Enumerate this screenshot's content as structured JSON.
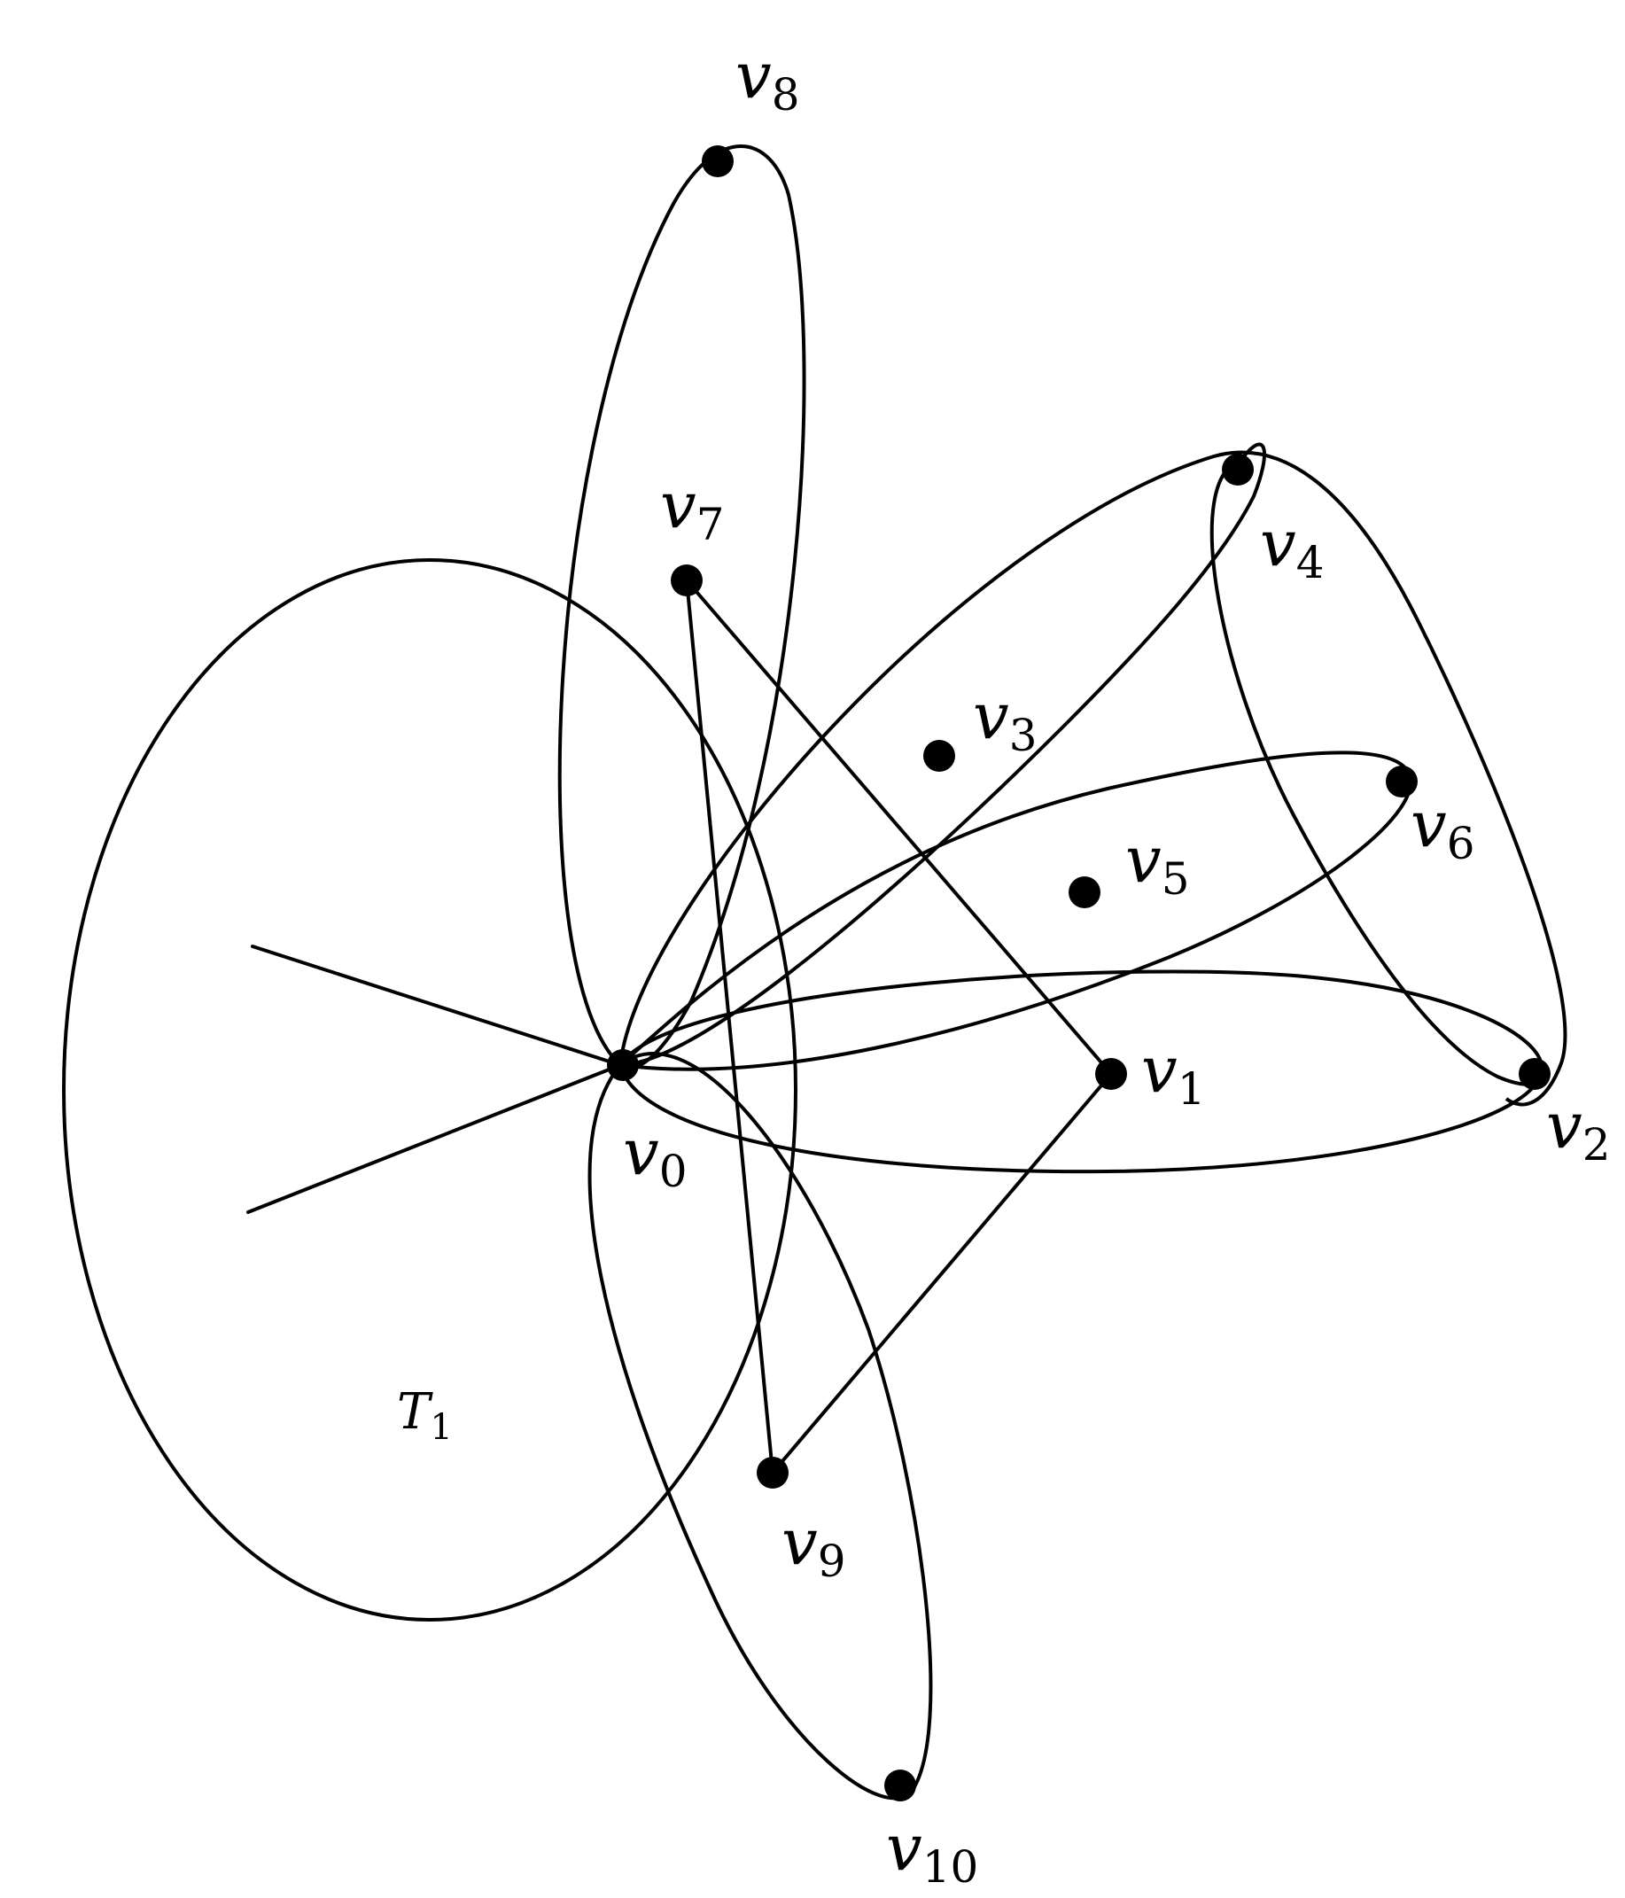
{
  "colors": {
    "stroke": "#000000",
    "background": "#ffffff"
  },
  "region_label": {
    "main": "T",
    "sub": "1"
  },
  "vertices": [
    {
      "id": "v0",
      "main": "v",
      "sub": "0"
    },
    {
      "id": "v1",
      "main": "v",
      "sub": "1"
    },
    {
      "id": "v2",
      "main": "v",
      "sub": "2"
    },
    {
      "id": "v3",
      "main": "v",
      "sub": "3"
    },
    {
      "id": "v4",
      "main": "v",
      "sub": "4"
    },
    {
      "id": "v5",
      "main": "v",
      "sub": "5"
    },
    {
      "id": "v6",
      "main": "v",
      "sub": "6"
    },
    {
      "id": "v7",
      "main": "v",
      "sub": "7"
    },
    {
      "id": "v8",
      "main": "v",
      "sub": "8"
    },
    {
      "id": "v9",
      "main": "v",
      "sub": "9"
    },
    {
      "id": "v10",
      "main": "v",
      "sub": "10"
    }
  ],
  "edges": [
    [
      "v7",
      "v1"
    ],
    [
      "v7",
      "v9"
    ],
    [
      "v1",
      "v9"
    ]
  ],
  "loops": [
    [
      "v0",
      "v8"
    ],
    [
      "v0",
      "v4",
      "v2"
    ],
    [
      "v0",
      "v4"
    ],
    [
      "v0",
      "v6"
    ],
    [
      "v0",
      "v2"
    ],
    [
      "v0",
      "v10"
    ]
  ]
}
